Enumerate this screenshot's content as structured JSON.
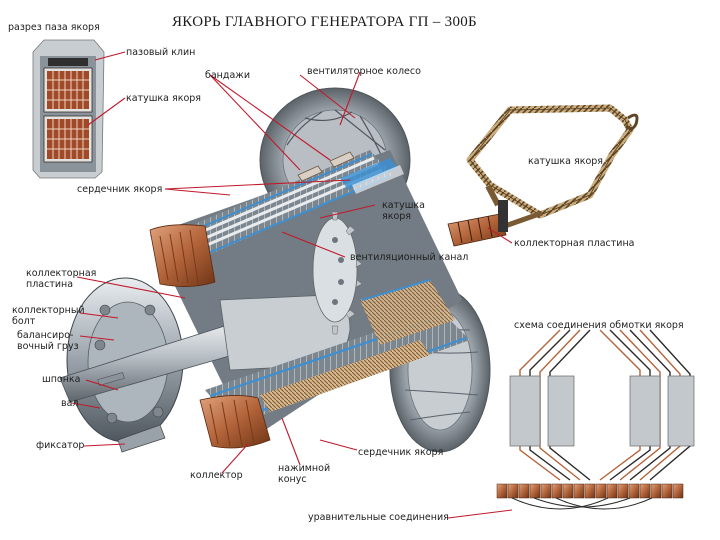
{
  "title": "ЯКОРЬ ГЛАВНОГО ГЕНЕРАТОРА ГП – 300Б",
  "labels": {
    "slot_section": "разрез паза якоря",
    "slot_wedge": "пазовый клин",
    "bandages": "бандажи",
    "fan_wheel": "вентиляторное колесо",
    "armature_coil_top": "катушка якоря",
    "armature_coil_right": "катушка якоря",
    "armature_core_top": "сердечник якоря",
    "armature_coil_mid_1": "катушка",
    "armature_coil_mid_2": "якоря",
    "commutator_plate_right": "коллекторная пластина",
    "vent_channel": "вентиляционный канал",
    "commutator_plate_left_1": "коллекторная",
    "commutator_plate_left_2": "пластина",
    "commutator_bolt_1": "коллекторный",
    "commutator_bolt_2": "болт",
    "balance_weight_1": "балансиро-",
    "balance_weight_2": "вочный груз",
    "winding_scheme": "схема соединения обмотки якоря",
    "key": "шпонка",
    "shaft": "вал",
    "retainer": "фиксатор",
    "armature_core_bottom": "сердечник якоря",
    "commutator": "коллектор",
    "pressure_cone_1": "нажимной",
    "pressure_cone_2": "конус",
    "equalizer_connections": "уравнительные соединения"
  },
  "colors": {
    "leader": "#c0192b",
    "copper": "#b3643a",
    "steel": "#8f98a2",
    "insulation_blue": "#3d8fd1",
    "coil_braid": "#8a6a3e"
  }
}
